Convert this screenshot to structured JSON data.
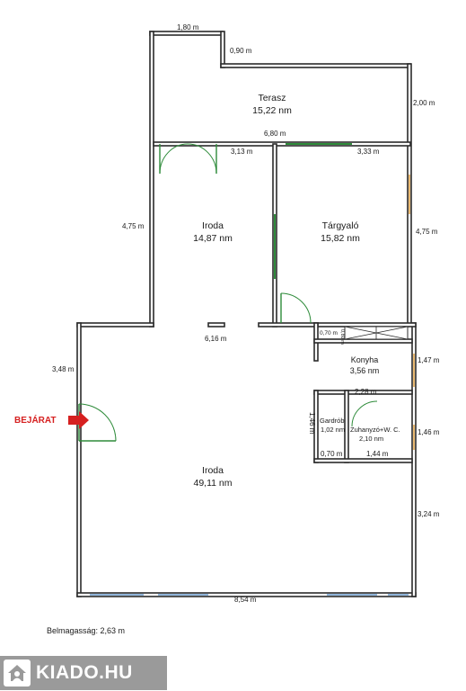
{
  "rooms": [
    {
      "name": "Terasz",
      "area": "15,22 nm"
    },
    {
      "name": "Iroda",
      "area": "14,87 nm"
    },
    {
      "name": "Tárgyaló",
      "area": "15,82 nm"
    },
    {
      "name": "Konyha",
      "area": "3,56 nm"
    },
    {
      "name": "Gardrób",
      "area": "1,02 nm"
    },
    {
      "name": "Zuhanyzó+W. C.",
      "area": "2,10 nm"
    },
    {
      "name": "Iroda",
      "area": "49,11 nm"
    }
  ],
  "dimensions": {
    "top_width": "1,80 m",
    "terrace_step": "0,90 m",
    "terrace_depth": "2,00 m",
    "terrace_width": "6,80 m",
    "office_width": "3,13 m",
    "meeting_width": "3,33 m",
    "left_upper_height": "4,75 m",
    "right_upper_height": "4,75 m",
    "inner_wall": "6,16 m",
    "left_lower_height": "3,48 m",
    "cabinet": "0,70 m",
    "cabinet_side": "0,80 m",
    "kitchen_height": "1,47 m",
    "kitchen_width": "2,28 m",
    "wardrobe_height": "1,46 m",
    "bath_height": "1,46 m",
    "wardrobe_width": "0,70 m",
    "bath_width": "1,44 m",
    "right_lower_height": "3,24 m",
    "bottom_width": "8,54 m"
  },
  "entrance_label": "BEJÁRAT",
  "ceiling_height": "Belmagasság: 2,63 m",
  "logo": {
    "text": "KIADO.HU",
    "icon": "house-icon"
  },
  "colors": {
    "entrance": "#d62020",
    "door": "#2e8b3a",
    "window": "#8fb4d9",
    "logo_bg": "#9a9a9a"
  }
}
